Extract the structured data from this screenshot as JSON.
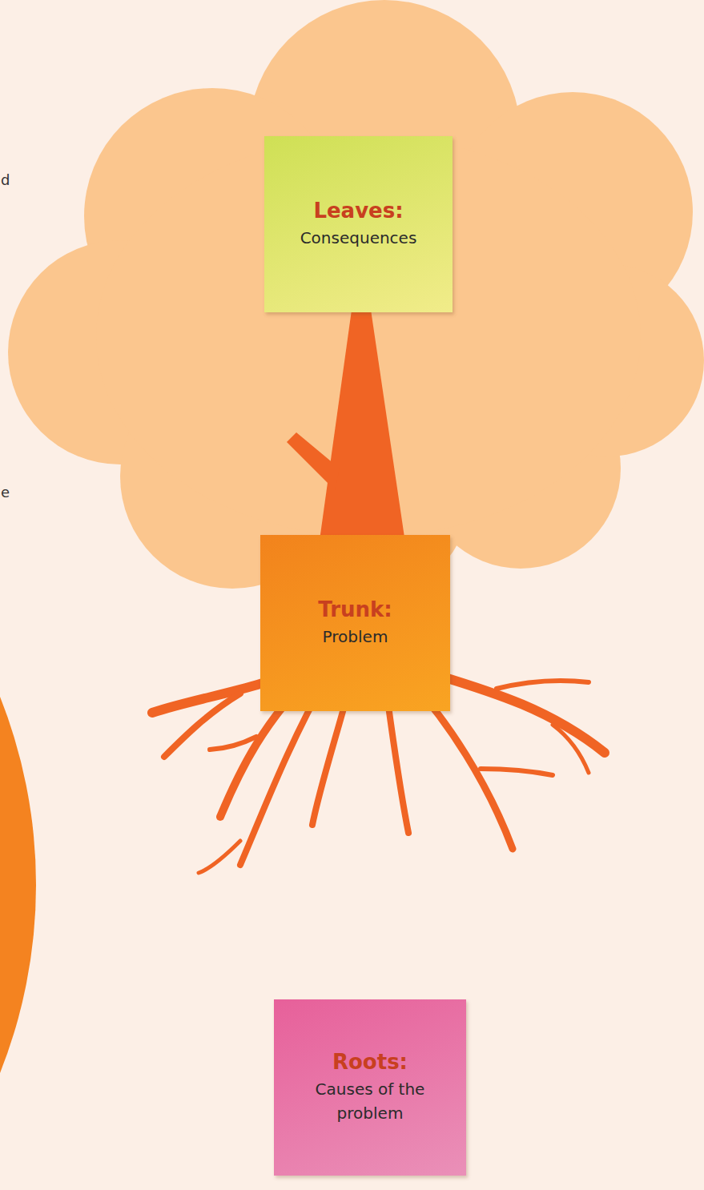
{
  "diagram": {
    "nodes": [
      {
        "text": [
          "Leaves:",
          "Consequences"
        ]
      },
      {
        "text": [
          "Trunk:",
          "Problem"
        ]
      },
      {
        "text": [
          "Roots:",
          "Causes of the problem"
        ]
      }
    ],
    "labels": [
      "d",
      "e"
    ]
  }
}
